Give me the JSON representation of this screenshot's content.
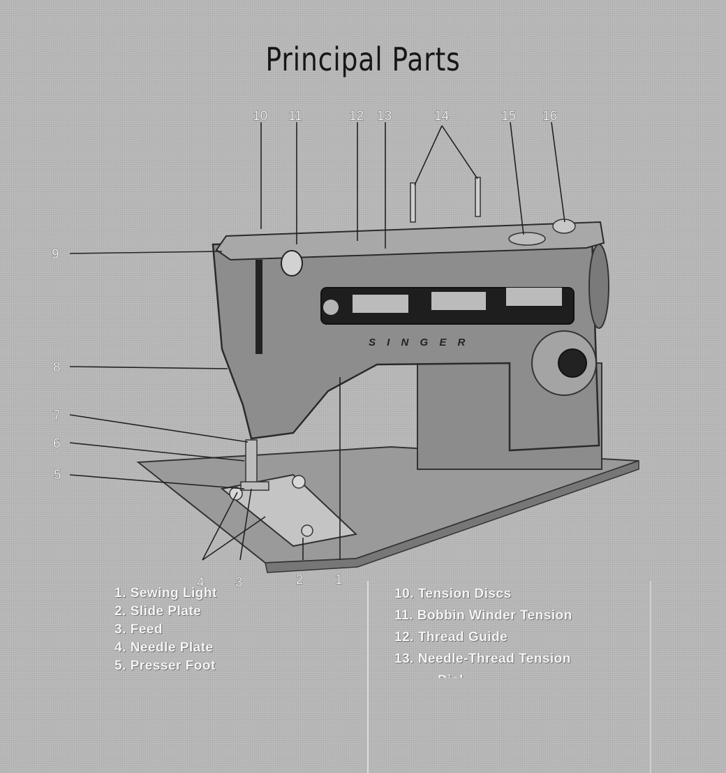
{
  "title": "Principal Parts",
  "brand": "S I N G E R",
  "callouts": [
    "1",
    "2",
    "3",
    "4",
    "5",
    "6",
    "7",
    "8",
    "9",
    "10",
    "11",
    "12",
    "13",
    "14",
    "15",
    "16"
  ],
  "legend_left": [
    "1. Sewing Light",
    "2. Slide Plate",
    "3. Feed",
    "4. Needle Plate",
    "5. Presser Foot"
  ],
  "legend_right": [
    "10. Tension Discs",
    "11. Bobbin Winder Tension",
    "12. Thread Guide",
    "13. Needle-Thread Tension",
    "Dial"
  ]
}
